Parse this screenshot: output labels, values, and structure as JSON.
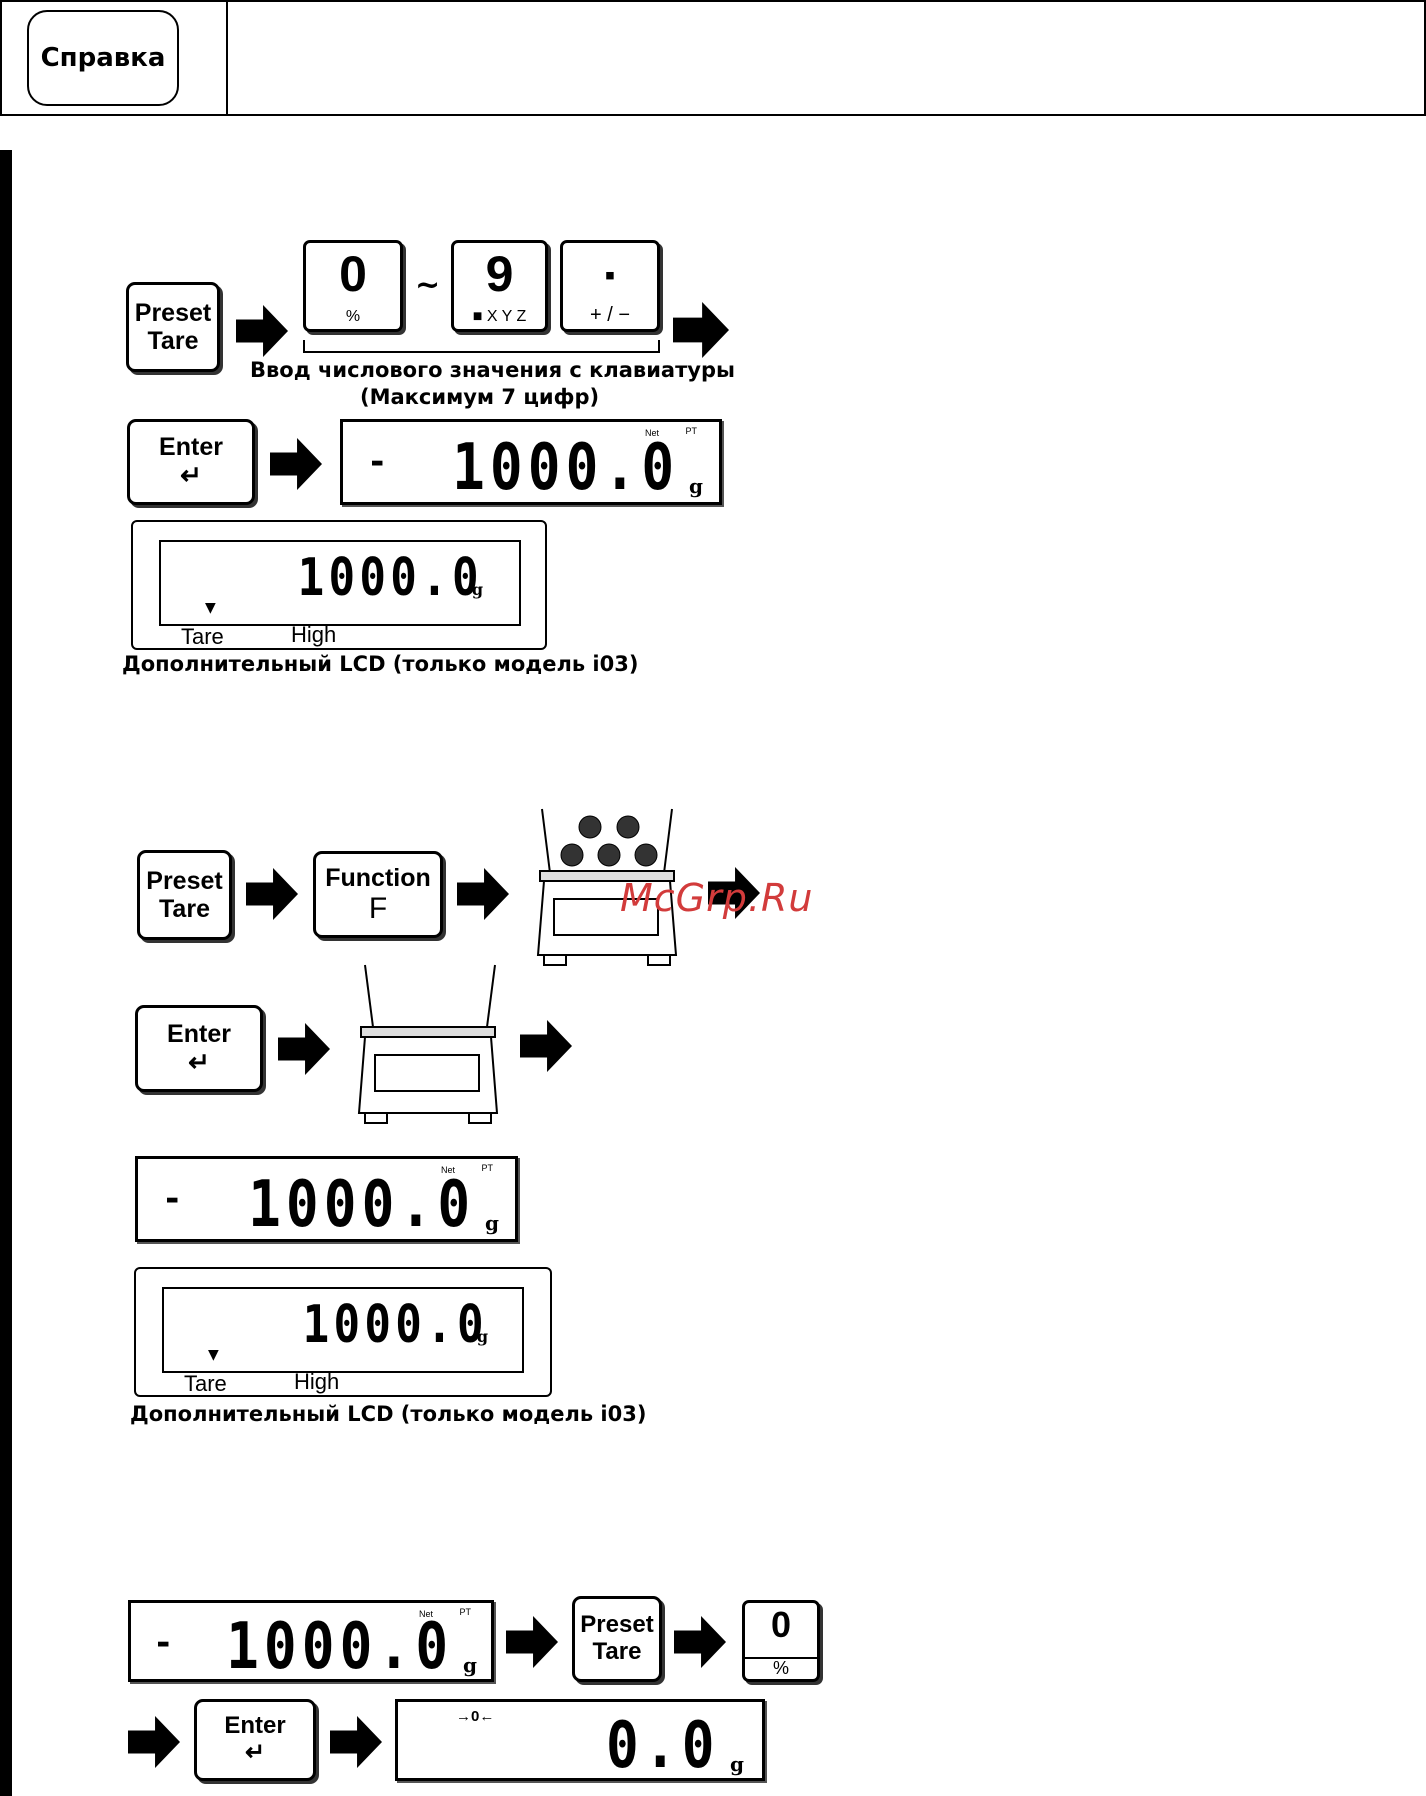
{
  "header": {
    "help_label": "Справка"
  },
  "keys": {
    "preset_l1": "Preset",
    "preset_l2": "Tare",
    "enter": "Enter",
    "enter_glyph": "↵",
    "function_l1": "Function",
    "function_l2": "F",
    "zero_big": "0",
    "zero_small": "%",
    "tilde": "~",
    "nine_big": "9",
    "nine_small": "■ X Y Z",
    "dot_big": "▪",
    "dot_small": "+ / −"
  },
  "section1": {
    "caption_line1": "Ввод числового значения с клавиатуры",
    "caption_line2": "(Максимум 7 цифр)",
    "lcd": {
      "minus": "-",
      "value": "1000.0",
      "unit": "g",
      "net": "Net",
      "pt": "PT"
    },
    "sub_lcd": {
      "value": "1000.0",
      "unit": "g",
      "marker": "▼",
      "tare": "Tare",
      "high": "High"
    },
    "sub_caption": "Дополнительный LCD (только модель i03)"
  },
  "section2": {
    "lcd": {
      "minus": "-",
      "value": "1000.0",
      "unit": "g",
      "net": "Net",
      "pt": "PT"
    },
    "sub_lcd": {
      "value": "1000.0",
      "unit": "g",
      "marker": "▼",
      "tare": "Tare",
      "high": "High"
    },
    "sub_caption": "Дополнительный LCD (только модель i03)"
  },
  "section3": {
    "lcd_a": {
      "minus": "-",
      "value": "1000.0",
      "unit": "g",
      "net": "Net",
      "pt": "PT"
    },
    "lcd_b": {
      "zero_mark": "→0←",
      "value": "0.0",
      "unit": "g"
    }
  },
  "watermark": "McGrp.Ru",
  "icons": [
    "right-arrow-icon",
    "enter-return-icon",
    "scale-with-weights-icon",
    "empty-scale-icon"
  ]
}
